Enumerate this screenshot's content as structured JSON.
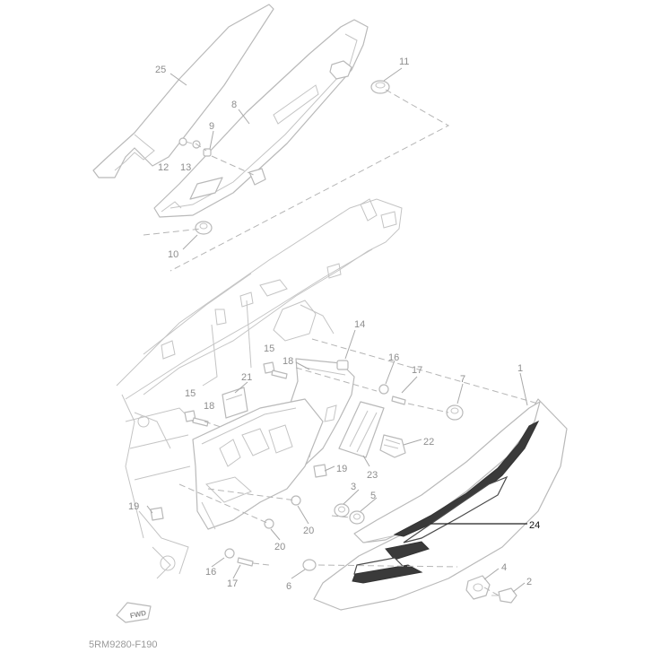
{
  "diagram_code": "5RM9280-F190",
  "fwd_label": "FWD",
  "callouts": [
    {
      "id": "c25",
      "text": "25"
    },
    {
      "id": "c8",
      "text": "8"
    },
    {
      "id": "c9",
      "text": "9"
    },
    {
      "id": "c12",
      "text": "12"
    },
    {
      "id": "c13",
      "text": "13"
    },
    {
      "id": "c11",
      "text": "11"
    },
    {
      "id": "c10",
      "text": "10"
    },
    {
      "id": "c14",
      "text": "14"
    },
    {
      "id": "c15a",
      "text": "15"
    },
    {
      "id": "c18a",
      "text": "18"
    },
    {
      "id": "c16a",
      "text": "16"
    },
    {
      "id": "c17a",
      "text": "17"
    },
    {
      "id": "c7",
      "text": "7"
    },
    {
      "id": "c1",
      "text": "1"
    },
    {
      "id": "c21",
      "text": "21"
    },
    {
      "id": "c15b",
      "text": "15"
    },
    {
      "id": "c18b",
      "text": "18"
    },
    {
      "id": "c22",
      "text": "22"
    },
    {
      "id": "c23",
      "text": "23"
    },
    {
      "id": "c19a",
      "text": "19"
    },
    {
      "id": "c3",
      "text": "3"
    },
    {
      "id": "c5",
      "text": "5"
    },
    {
      "id": "c24",
      "text": "24"
    },
    {
      "id": "c19b",
      "text": "19"
    },
    {
      "id": "c20a",
      "text": "20"
    },
    {
      "id": "c20b",
      "text": "20"
    },
    {
      "id": "c16b",
      "text": "16"
    },
    {
      "id": "c17b",
      "text": "17"
    },
    {
      "id": "c6",
      "text": "6"
    },
    {
      "id": "c4",
      "text": "4"
    },
    {
      "id": "c2",
      "text": "2"
    }
  ]
}
